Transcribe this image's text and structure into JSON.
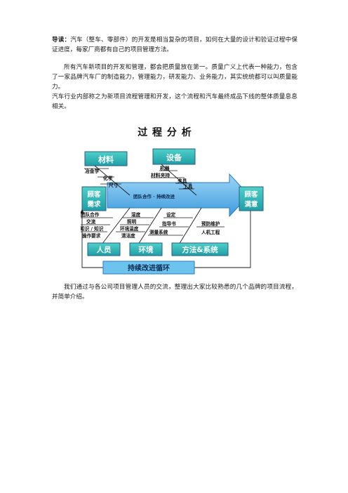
{
  "intro": {
    "label": "导读：",
    "text": "汽车（整车、零部件）的开发是相当复杂的项目，如何在大量的设计和验证过程中保证进度，每家厂商都有自己的项目管理方法。"
  },
  "para2": "所有汽车新项目的开发和管理，都会把质量放在第一。质量广义上代表一种能力，包含了一家品牌汽车厂的制造能力，管理能力，研发能力、业务能力，其实统统都可以叫质量能力。",
  "para3": "汽车行业内部称之为新项目流程管理和开发，这个流程和汽车最终成品下线的整体质量息息相关。",
  "diagram": {
    "title": "过 程 分 析",
    "boxes": {
      "materials": "材料",
      "equipment": "设备",
      "customer_need_1": "顾客",
      "customer_need_2": "需求",
      "customer_sat_1": "顾客",
      "customer_sat_2": "满意",
      "people": "人员",
      "environment": "环境",
      "methods": "方法&系统",
      "cycle": "持续改进循环"
    },
    "arrow_text": "团队合作 · 持续改进",
    "materials_items": [
      "冶金学",
      "化学",
      "尺寸"
    ],
    "equipment_items": [
      "机器",
      "材料夹持",
      "夹具",
      "工具"
    ],
    "people_items": [
      "团队合作",
      "交流",
      "知识 / 知识",
      "操作要求"
    ],
    "env_items": [
      "湿度",
      "照明",
      "环境温度",
      "清洁度"
    ],
    "method_items": [
      "设定",
      "指导书",
      "测量系统"
    ],
    "right_items": [
      "预防维护",
      "人机工程"
    ],
    "colors": {
      "box_fill": "#2ab0b0",
      "arrow_fill": "#5fb0e6",
      "cycle_fill": "#4aa8e0"
    }
  },
  "para4": "我们通过与各公司项目管理人员的交流，整理出大家比较熟悉的几个品牌的项目流程，并简单介绍。"
}
